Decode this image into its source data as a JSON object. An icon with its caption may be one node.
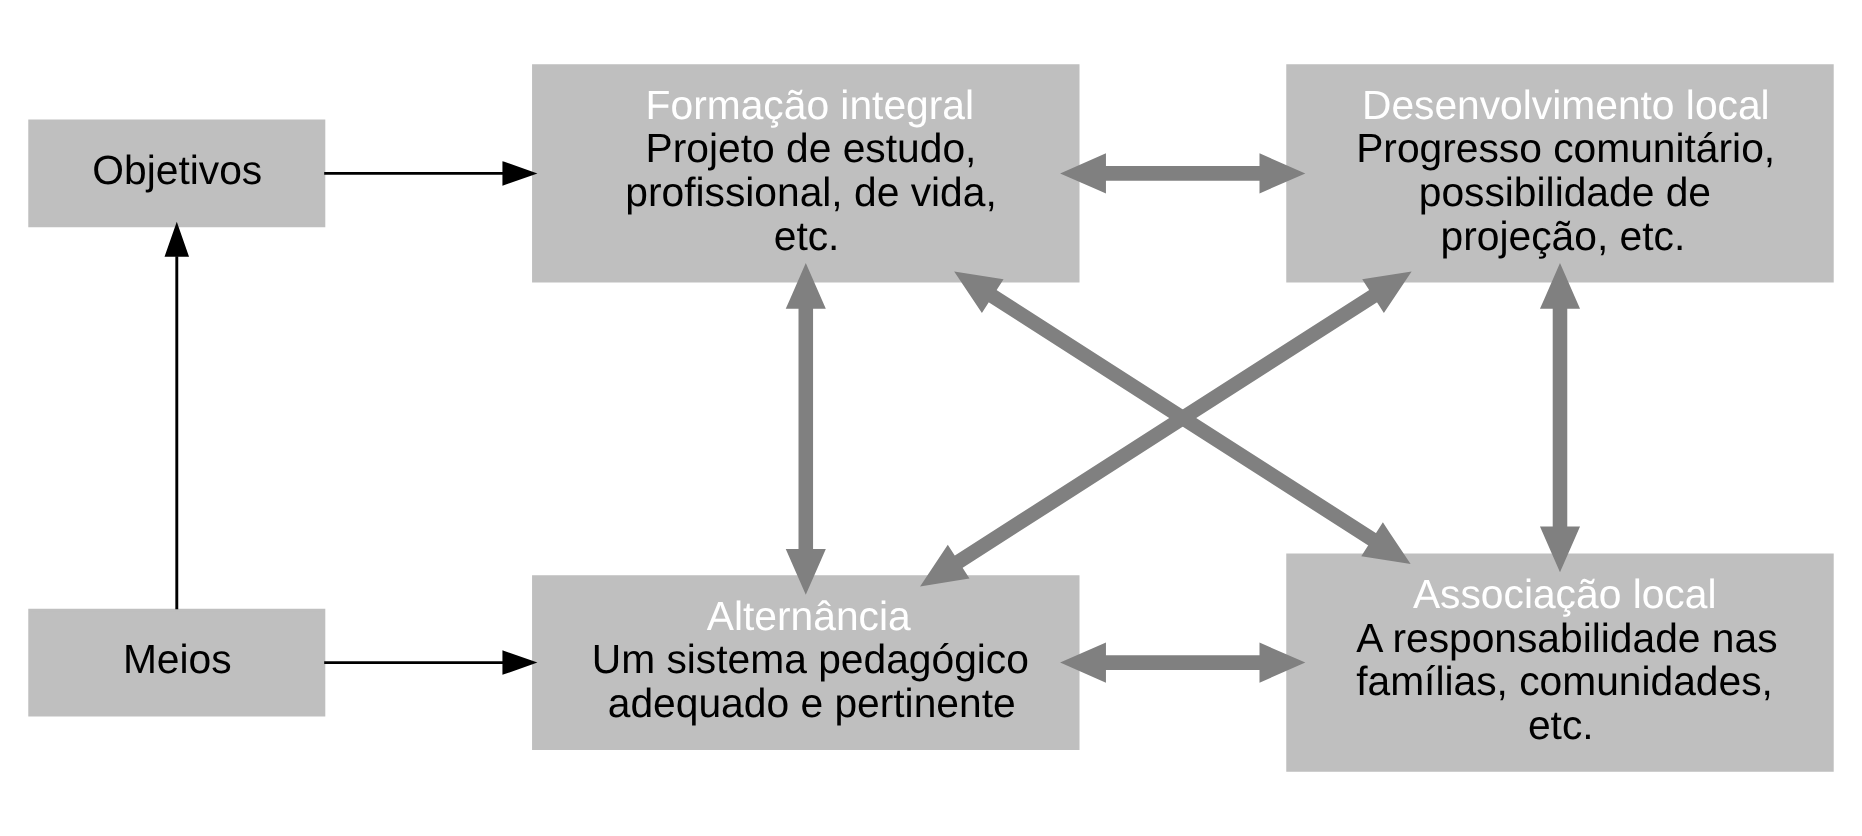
{
  "diagram": {
    "nodes": [
      {
        "text": [
          "Objetivos"
        ]
      },
      {
        "text": [
          "Formação integral",
          "Projeto de estudo, profissional, de vida, etc."
        ]
      },
      {
        "text": [
          "Desenvolvimento local",
          "Progresso comunitário, possibilidade de projeção, etc."
        ]
      },
      {
        "text": [
          "Meios"
        ]
      },
      {
        "text": [
          "Alternância",
          "Um sistema pedagógico adequado e pertinente"
        ]
      },
      {
        "text": [
          "Associação local",
          "A responsabilidade nas famílias, comunidades, etc."
        ]
      }
    ],
    "edges": [
      {
        "from": 0,
        "to": 1,
        "arrow": "to",
        "color": "#000000"
      },
      {
        "from": 1,
        "to": 2,
        "arrow": "both"
      },
      {
        "from": 3,
        "to": 0,
        "arrow": "to",
        "color": "#000000"
      },
      {
        "from": 1,
        "to": 4,
        "arrow": "both"
      },
      {
        "from": 4,
        "to": 2,
        "arrow": "both"
      },
      {
        "from": 1,
        "to": 5,
        "arrow": "both"
      },
      {
        "from": 2,
        "to": 5,
        "arrow": "both"
      },
      {
        "from": 3,
        "to": 4,
        "arrow": "to",
        "color": "#000000"
      },
      {
        "from": 4,
        "to": 5,
        "arrow": "both"
      }
    ]
  }
}
